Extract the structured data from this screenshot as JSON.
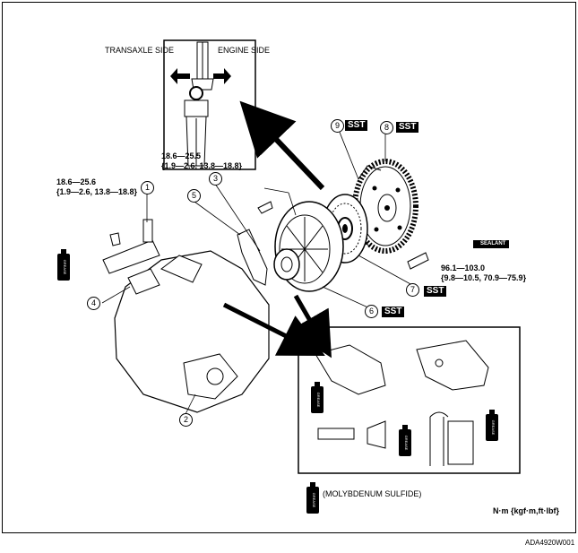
{
  "inset": {
    "transaxle_side": "TRANSAXLE SIDE",
    "engine_side": "ENGINE SIDE"
  },
  "torque": {
    "upper_line1": "18.6—25.5",
    "upper_line2": "{1.9—2.6, 13.8—18.8}",
    "left_line1": "18.6—25.6",
    "left_line2": "{1.9—2.6, 13.8—18.8}",
    "flywheel_line1": "96.1—103.0",
    "flywheel_line2": "{9.8—10.5, 70.9—75.9}"
  },
  "callouts": [
    "1",
    "2",
    "3",
    "4",
    "5",
    "6",
    "7",
    "8",
    "9"
  ],
  "sst_label": "SST",
  "sealant_label": "SEALANT",
  "grease_label": "GREASE",
  "legend": {
    "molybdenum": "(MOLYBDENUM SULFIDE)",
    "units": "N·m {kgf·m,ft·lbf}"
  },
  "figure_id": "ADA4920W001"
}
